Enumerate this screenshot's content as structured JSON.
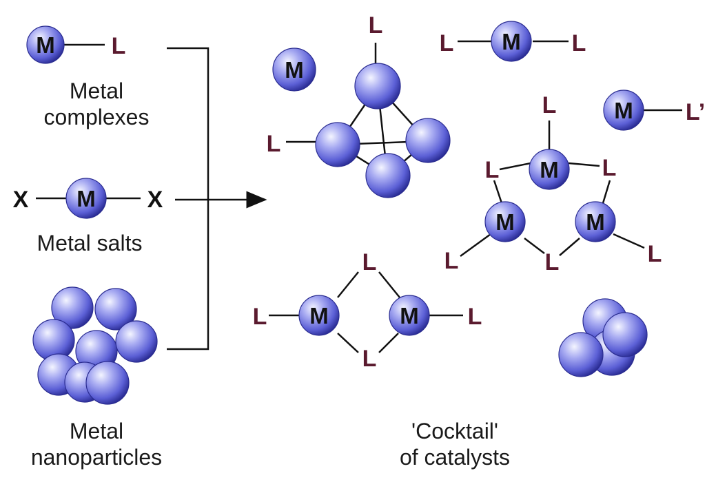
{
  "labels": {
    "metal": "M",
    "ligand": "L",
    "ligand_prime": "L’",
    "halide": "X"
  },
  "captions": {
    "complexes_1": "Metal",
    "complexes_2": "complexes",
    "salts": "Metal salts",
    "nanoparticles_1": "Metal",
    "nanoparticles_2": "nanoparticles",
    "cocktail_1": "'Cocktail'",
    "cocktail_2": "of catalysts"
  },
  "colors": {
    "sphere_light": "#eef0ff",
    "sphere_mid": "#6e72de",
    "sphere_dark": "#24268a",
    "ligand": "#5a1a2e",
    "line": "#111111",
    "text": "#1a1a1a"
  }
}
